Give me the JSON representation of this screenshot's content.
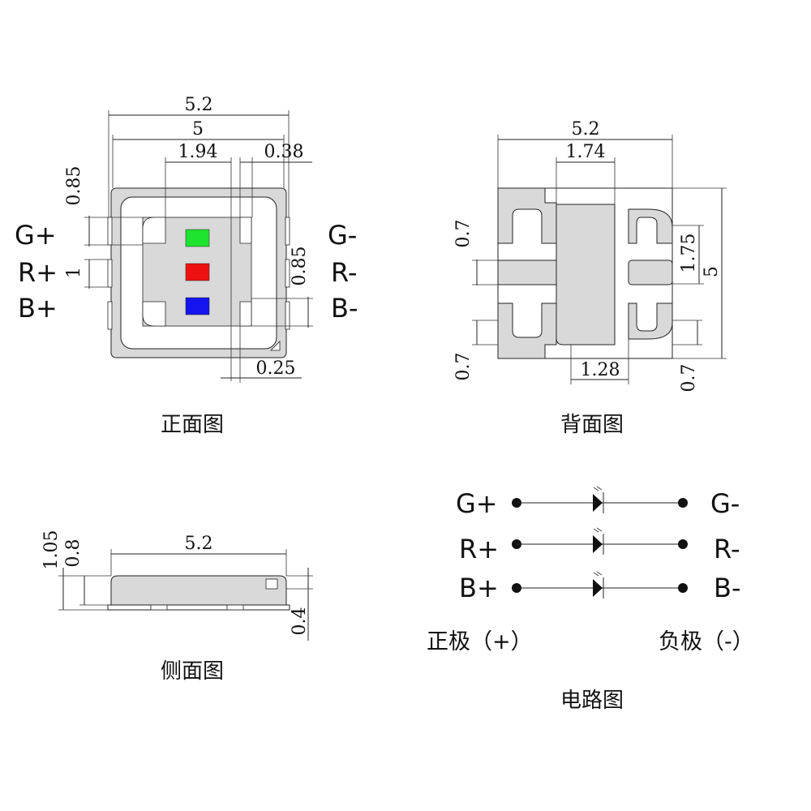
{
  "front": {
    "caption": "正面图",
    "dims": {
      "w_outer": "5.2",
      "w_inner": "5",
      "cup_w": "1.94",
      "pad_w": "0.38",
      "pad_h": "0.85",
      "left_pitch": "1",
      "right_pad": "0.85",
      "bottom_gap": "0.25"
    },
    "labels": {
      "g_plus": "G+",
      "r_plus": "R+",
      "b_plus": "B+",
      "g_minus": "G-",
      "r_minus": "R-",
      "b_minus": "B-"
    },
    "led_colors": {
      "green": "#1ee32f",
      "red": "#ee1111",
      "blue": "#1414ee"
    }
  },
  "back": {
    "caption": "背面图",
    "dims": {
      "width": "5.2",
      "center_pad": "1.74",
      "pad_top": "0.7",
      "pad_bottom": "0.7",
      "pitch": "1.75",
      "height": "5",
      "bottom_w": "1.28",
      "pad_right": "0.7"
    }
  },
  "side": {
    "caption": "侧面图",
    "dims": {
      "total_h": "1.05",
      "body_h": "0.8",
      "width": "5.2",
      "base_h": "0.4"
    }
  },
  "circuit": {
    "caption": "电路图",
    "rows": [
      {
        "plus": "G+",
        "minus": "G-"
      },
      {
        "plus": "R+",
        "minus": "R-"
      },
      {
        "plus": "B+",
        "minus": "B-"
      }
    ],
    "positive_label": "正极（+）",
    "negative_label": "负极（-）"
  },
  "colors": {
    "body": "#d9d9d9",
    "lens": "#ffffff",
    "outline": "#222222"
  }
}
